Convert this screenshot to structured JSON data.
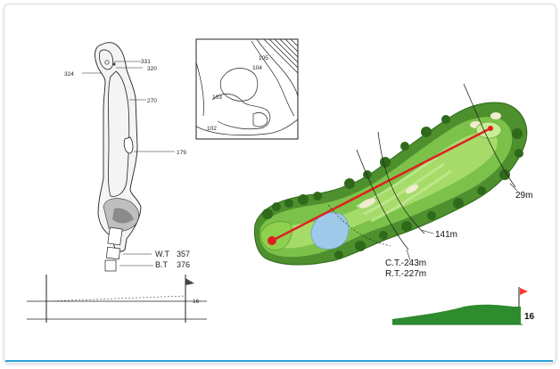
{
  "left_diagram": {
    "distances": [
      "331",
      "320",
      "324",
      "270",
      "179"
    ],
    "tee_labels": [
      {
        "name": "W.T",
        "value": "357"
      },
      {
        "name": "B.T",
        "value": "376"
      }
    ],
    "elevation_value": "16"
  },
  "contour_map": {
    "contours": [
      "105",
      "104",
      "103",
      "102"
    ]
  },
  "right_diagram": {
    "distance_far": "29m",
    "distance_mid": "141m",
    "ct_label": "C.T.-243m",
    "rt_label": "R.T.-227m",
    "elevation_value": "16"
  },
  "colors": {
    "fairway": "#6fbf3a",
    "rough": "#3f8f2a",
    "water": "#9fc9e8",
    "line": "#e02020",
    "border_accent": "#2a9fd6"
  }
}
